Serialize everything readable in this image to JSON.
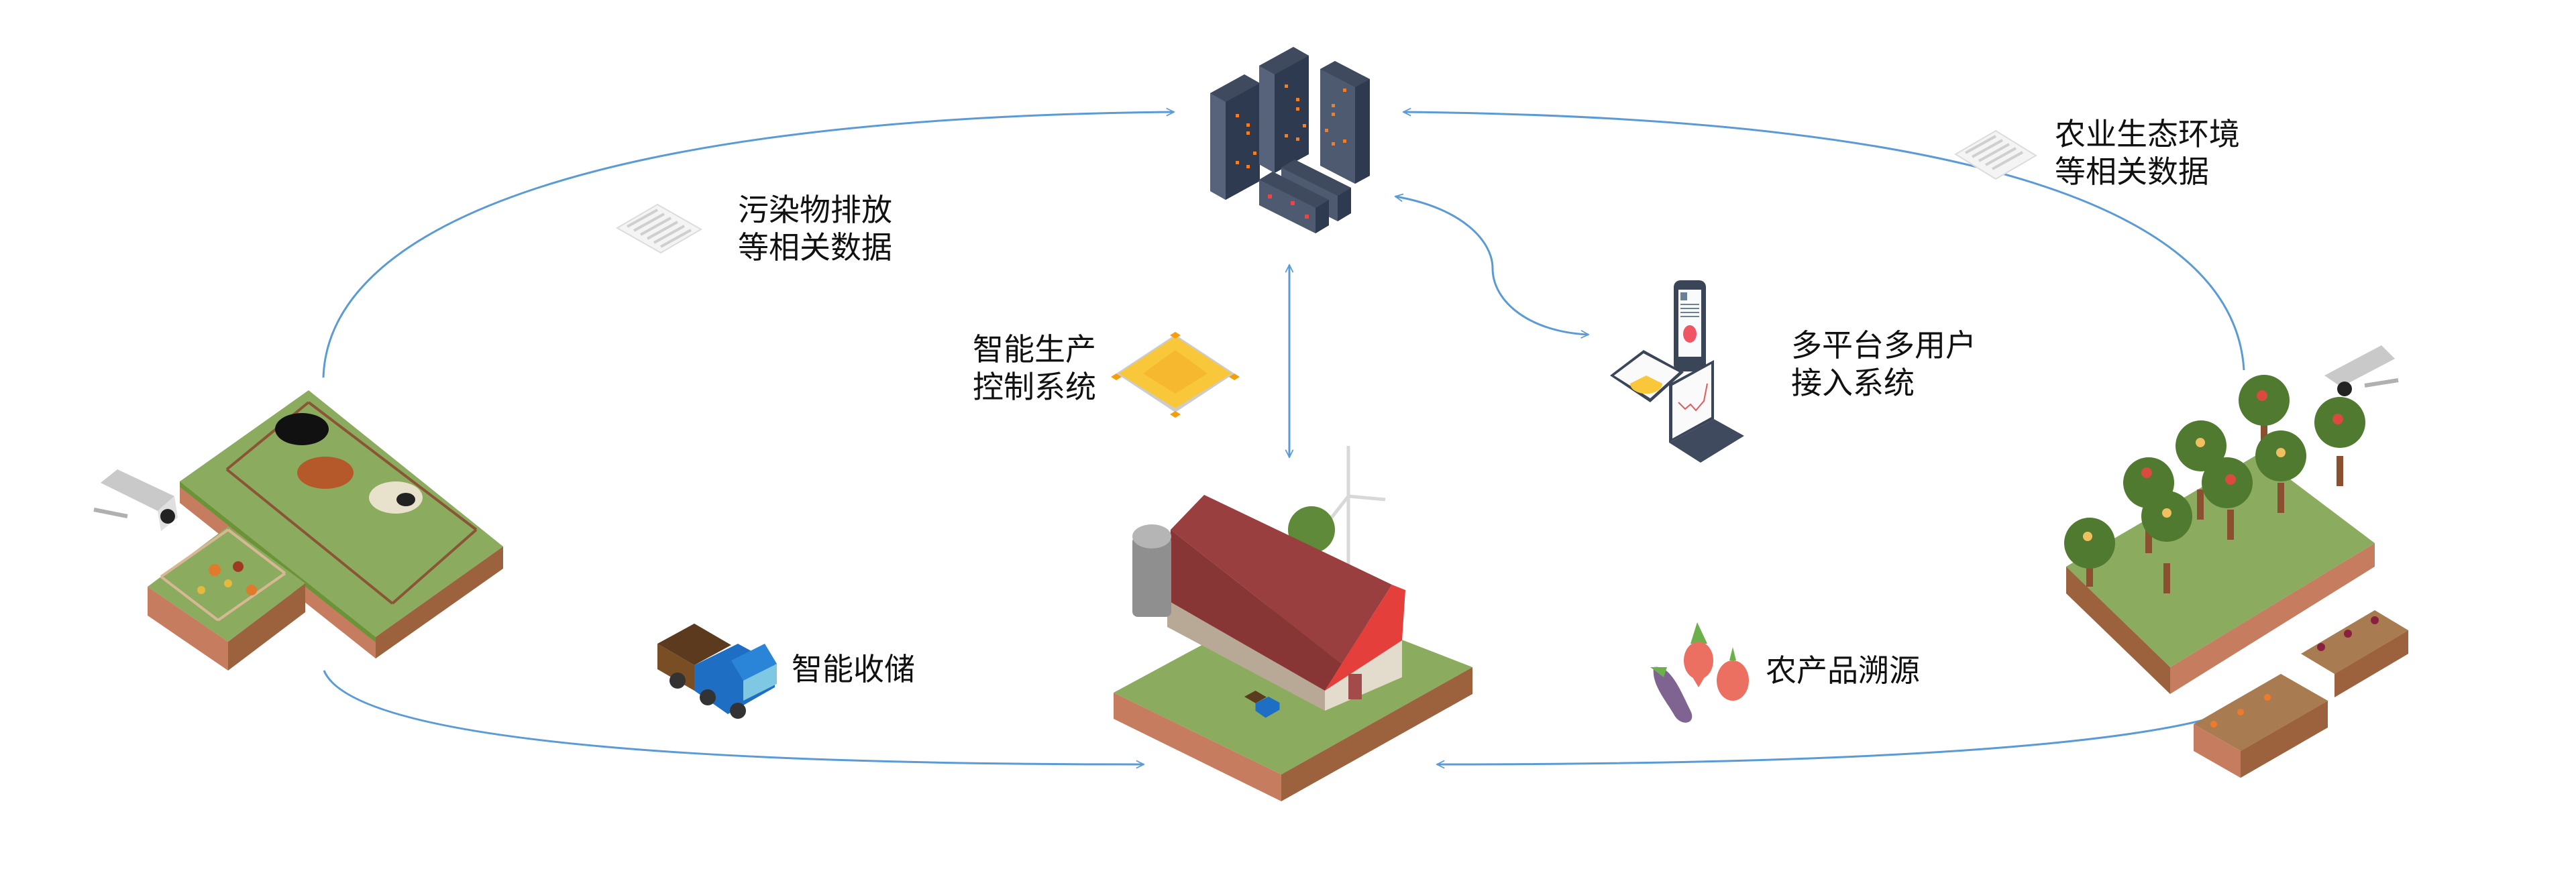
{
  "diagram": {
    "title": "智慧农业数据流",
    "accent_color": "#5b9bd5",
    "nodes": {
      "server": {
        "icon": "server-cluster-icon"
      },
      "livestock_farm": {
        "icon": "livestock-farm-icon"
      },
      "barn": {
        "icon": "barn-farmhouse-icon"
      },
      "orchard": {
        "icon": "orchard-garden-icon"
      },
      "camera_left": {
        "icon": "surveillance-camera-icon"
      },
      "camera_right": {
        "icon": "surveillance-camera-icon"
      }
    },
    "labels": {
      "pollution": {
        "line1": "污染物排放",
        "line2": "等相关数据",
        "icon": "document-icon"
      },
      "ecology": {
        "line1": "农业生态环境",
        "line2": "等相关数据",
        "icon": "document-icon"
      },
      "control": {
        "line1": "智能生产",
        "line2": "控制系统",
        "icon": "chip-icon"
      },
      "access": {
        "line1": "多平台多用户",
        "line2": "接入系统",
        "icon": "devices-icon"
      },
      "storage": {
        "line1": "智能收储",
        "icon": "truck-icon"
      },
      "trace": {
        "line1": "农产品溯源",
        "icon": "vegetables-icon"
      }
    },
    "edges": [
      {
        "from": "livestock_farm",
        "to": "server",
        "label": "pollution"
      },
      {
        "from": "orchard",
        "to": "server",
        "label": "ecology"
      },
      {
        "from": "server",
        "to": "barn",
        "label": "control",
        "bidirectional": true
      },
      {
        "from": "server",
        "to": "devices",
        "label": "access",
        "bidirectional": true
      },
      {
        "from": "livestock_farm",
        "to": "barn",
        "label": "storage"
      },
      {
        "from": "orchard",
        "to": "barn",
        "label": "trace"
      }
    ]
  }
}
